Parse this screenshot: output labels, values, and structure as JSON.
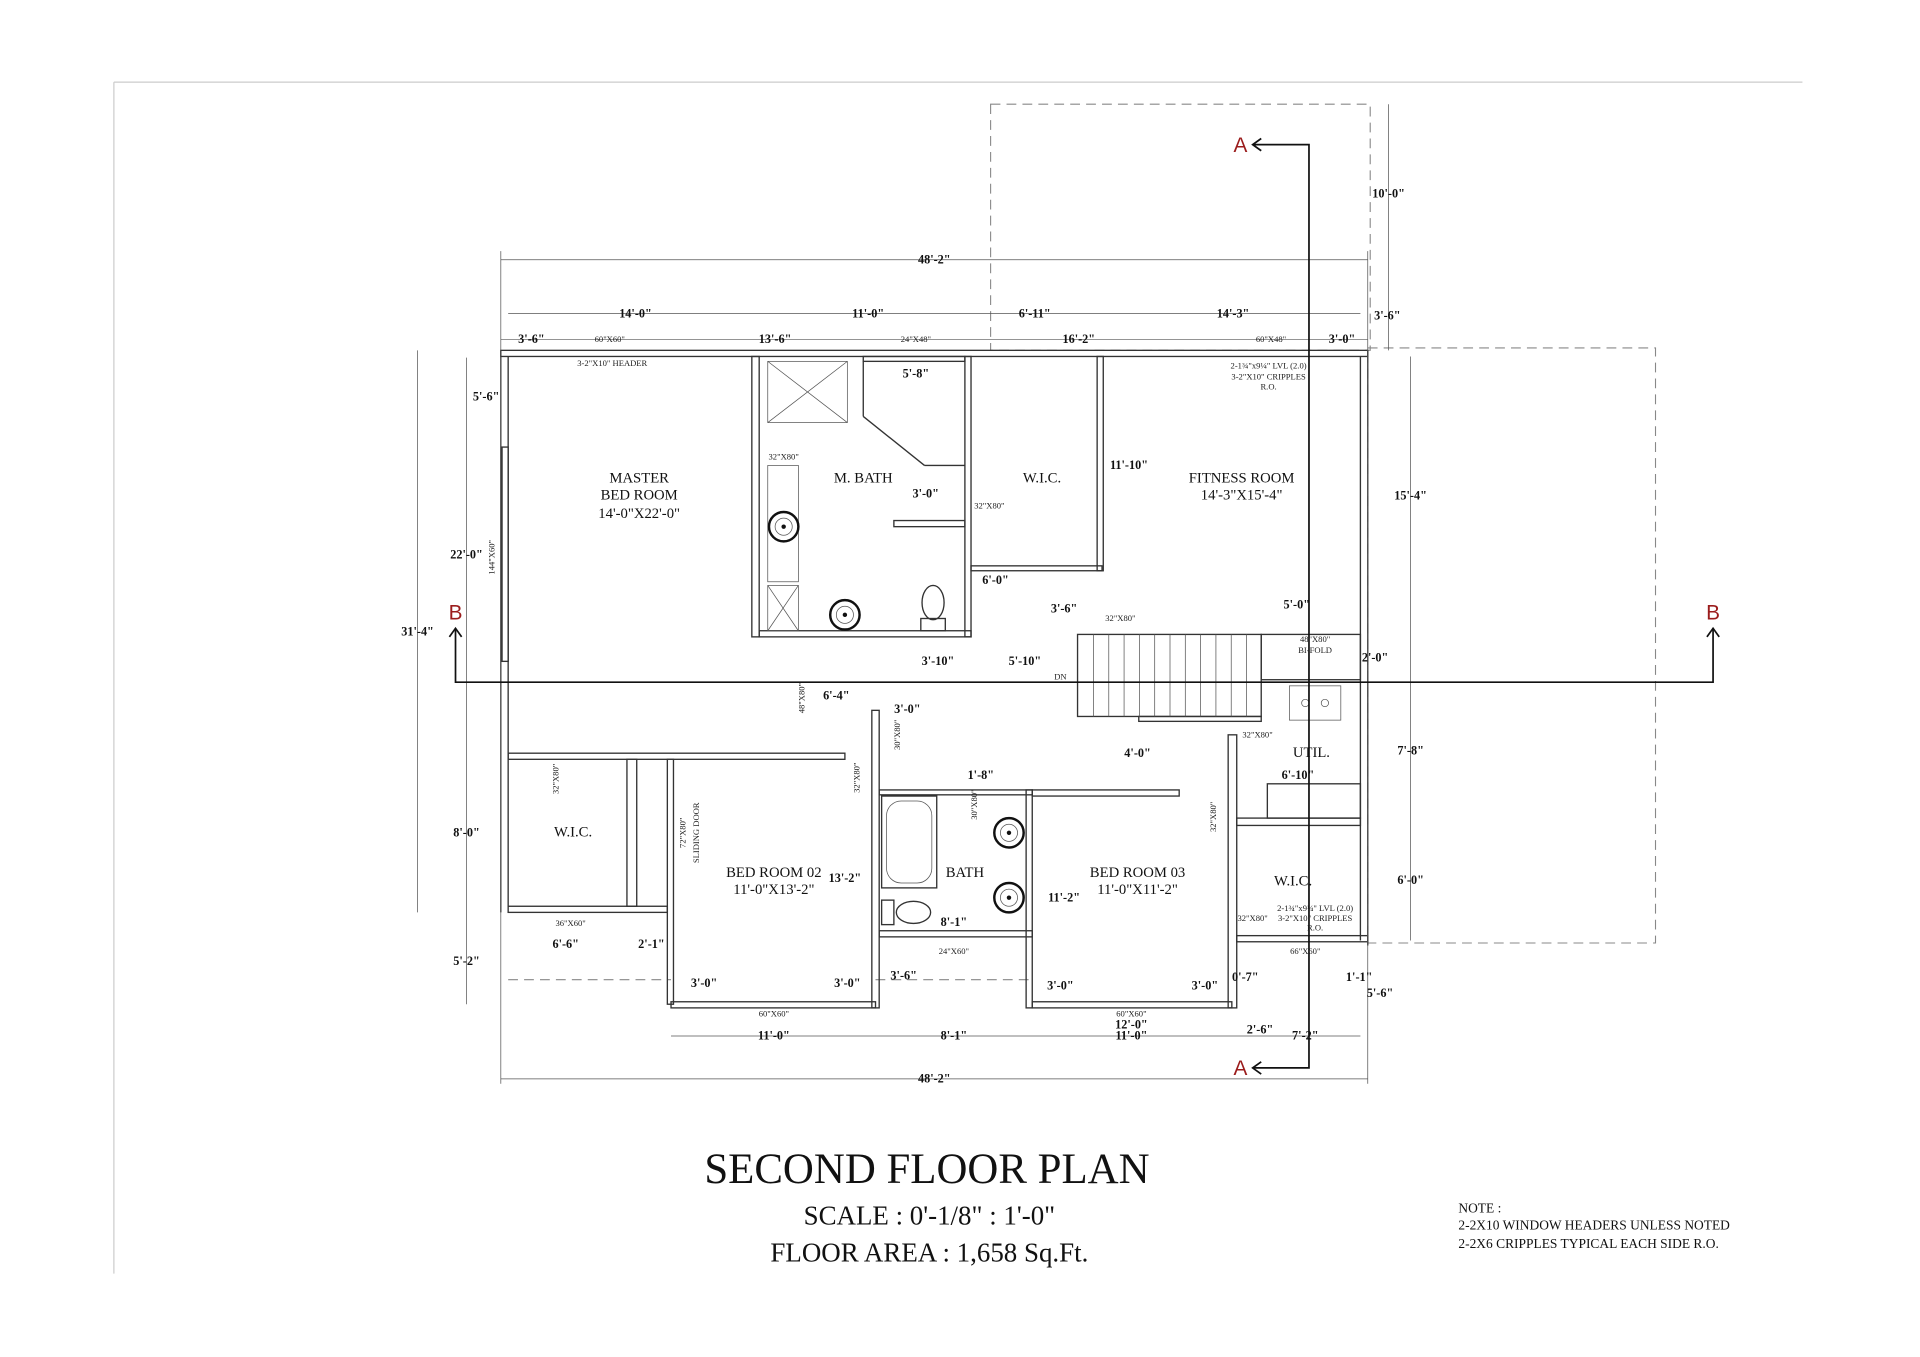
{
  "title": "SECOND FLOOR PLAN",
  "scale": "SCALE : 0'-1/8\" : 1'-0\"",
  "floor_area": "FLOOR AREA : 1,658 Sq.Ft.",
  "note": {
    "heading": "NOTE :",
    "lines": [
      "2-2X10 WINDOW HEADERS UNLESS NOTED",
      "2-2X6 CRIPPLES TYPICAL EACH SIDE R.O."
    ]
  },
  "stair_label": "DN",
  "section_markers": [
    "A",
    "A",
    "B",
    "B"
  ],
  "marker_color": "#9b1c1c",
  "room_labels": [
    "MASTER",
    "BED ROOM",
    "14'-0\"X22'-0\"",
    "M. BATH",
    "W.I.C.",
    "FITNESS ROOM",
    "14'-3\"X15'-4\"",
    "W.I.C.",
    "BED ROOM 02",
    "11'-0\"X13'-2\"",
    "BATH",
    "BED ROOM 03",
    "11'-0\"X11'-2\"",
    "W.I.C.",
    "UTIL."
  ],
  "dimensions": [
    "48'-2\"",
    "14'-0\"",
    "11'-0\"",
    "6'-11\"",
    "14'-3\"",
    "3'-6\"",
    "13'-6\"",
    "16'-2\"",
    "3'-0\"",
    "10'-0\"",
    "3'-6\"",
    "5'-8\"",
    "5'-6\"",
    "22'-0\"",
    "31'-4\"",
    "8'-0\"",
    "5'-2\"",
    "3'-0\"",
    "11'-10\"",
    "15'-4\"",
    "6'-0\"",
    "3'-6\"",
    "5'-0\"",
    "2'-0\"",
    "3'-10\"",
    "5'-10\"",
    "6'-4\"",
    "3'-0\"",
    "4'-0\"",
    "6'-10\"",
    "7'-8\"",
    "1'-8\"",
    "13'-2\"",
    "11'-2\"",
    "6'-0\"",
    "8'-1\"",
    "6'-6\"",
    "2'-1\"",
    "3'-6\"",
    "0'-7\"",
    "1'-1\"",
    "5'-6\"",
    "3'-0\"",
    "3'-0\"",
    "3'-0\"",
    "3'-0\"",
    "12'-0\"",
    "2'-6\"",
    "11'-0\"",
    "8'-1\"",
    "11'-0\"",
    "7'-2\"",
    "48'-2\""
  ],
  "openings": [
    "60\"X60\"",
    "24\"X48\"",
    "60\"X48\"",
    "3-2\"X10\" HEADER",
    "2-1¾\"x9¼\" LVL (2.0)",
    "3-2\"X10\" CRIPPLES",
    "R.O.",
    "144\"X60\"",
    "32\"X80\"",
    "32\"X80\"",
    "32\"X80\"",
    "48\"X80\"",
    "BI-FOLD",
    "48\"X80\"",
    "30\"X80\"",
    "32\"X80\"",
    "32\"X80\"",
    "72\"X80\"",
    "SLIDING DOOR",
    "32\"X80\"",
    "30\"X80\"",
    "32\"X80\"",
    "2-1¾\"x9¼\" LVL (2.0)",
    "3-2\"X10\" CRIPPLES",
    "R.O.",
    "32\"X80\"",
    "36\"X60\"",
    "24\"X60\"",
    "66\"X60\"",
    "60\"X60\"",
    "60\"X60\""
  ]
}
